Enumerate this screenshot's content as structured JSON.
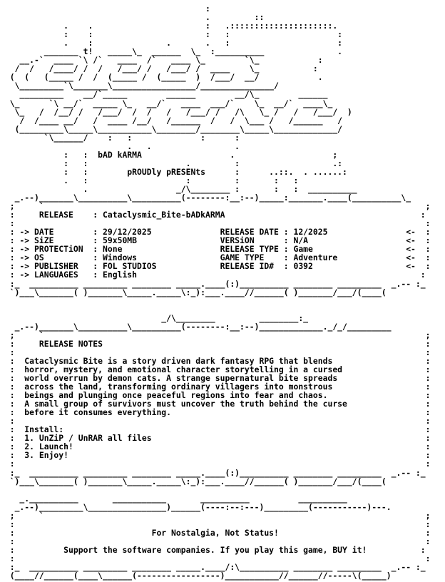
{
  "nfo": {
    "lines": [
      "                                          :",
      "                                          .         :: ",
      "             .    .                       :   .:::::::::::::::::::::.",
      "             :    :                       :   :                      :",
      "             .    :               .       .   :                      :",
      "         _______ t!   _____\\_  ______  \\_  :__________               .",
      "    __.-`  ____ `\\ /`   ____  /`   ____ \\_        `\\_            :",
      "   /  /   /____/ /  /   /___/ /   /___/ /  ____    \\_           :",
      "  (  (   (_____ /  /  (_____ /  (_____  )  /___/  __/            .",
      "   \\_________`\\_______\\_________________/_______________/",
      "    _________    __/`_____        ______        __/\\_        ______",
      "  \\_      `\\ __/`  _____ \\_   __/`   ____  ___/`    \\_  __/`  ____\\_",
      "   \\_   /  /__/ /   /___/  /  /   /   /___/ /   /\\   \\_ /   /   /___/  )",
      "    /  /____ __/   /  ____ /__/   /______  /   /  \\___ /   /______   /",
      "   (_________\\_____\\___________\\________/________\\_____\\_____________/",
      "         `\\______/    :   :              :      :",
      "                          .   .                 .",
      "             :   :  bAD kARMA                  .                    ;",
      "             :   :                    .         :                   .:",
      "             :   :        pROUDly pRESENts      :      ..::.  . ......:",
      "             .   :                    :         :       :   :",
      "                 .                  _/\\________ :       :   :  __________",
      "   _.--)_______\\__________\\__________(--------:__:--)_____:_______.____(__________\\_",
      "  ;     `                                                                              ;",
      "  :     RELEASE    : Cataclysmic_Bite-bADkARMA                                        :",
      "  :                                                                                    :",
      "  : -> DATE        : 29/12/2025              RELEASE DATE : 12/2025                <-  :",
      "  : -> SiZE        : 59x50MB                 VERSiON      : N/A                    <-  :",
      "  : -> PROTECTiON  : None                    RELEASE TYPE : Game                   <-  :",
      "  : -> OS          : Windows                 GAME TYPE    : Adventure              <-  :",
      "  : -> PUBLISHER   : FOL STUDIOS             RELEASE ID#  : 0392                   <-  :",
      "  : -> LANGUAGES   : English                                                          :",
      "  :_  __________ _________ ________ _____.____(:)__________ ________ _________  _.-- :_",
      "  `)___\\_______( )_______\\_____._____\\:_):___.____//______( )_______/___/(____(",
      "",
      "",
      "                                 _/\\________         ________:_",
      "   _.--)_______\\__________\\__________(--------:__:--)_____________._/_/_________",
      "  ;     `                                                                              ;",
      "  :     RELEASE NOTES                                                                  :",
      "  :                                                                                    :",
      "  :  Cataclysmic Bite is a story driven dark fantasy RPG that blends                   :",
      "  :  horror, mystery, and emotional character storytelling in a cursed                 :",
      "  :  world overrun by demon cats. A strange supernatural bite spreads                  :",
      "  :  across the land, transforming ordinary villagers into monstrous                   :",
      "  :  beings and plunging once peaceful regions into fear and chaos.                    :",
      "  :  A small group of survivors must uncover the truth behind the curse                :",
      "  :  before it consumes everything.                                                    :",
      "  :                                                                                    :",
      "  :  Install:                                                                          :",
      "  :  1. UnZiP / UnRAR all files                                                        :",
      "  :  2. Launch!                                                                        :",
      "  :  3. Enjoy!                                                                         :",
      "  :                                                                                    :",
      "  :_  __________ _________ ________ _____.____(:)__________ ________ _________  _.-- :_",
      "  `)___\\_______( )_______\\_____._____\\:_):___.____//______( )_______/___/(____(",
      "",
      "    _.__________       ___________       __________          __________",
      "   _.--)_________\\________________)______(----:--:---)_________(-----------)---.",
      "  ;     `                                                                              ;",
      "  :                                                                                    :",
      "  :                            For Nostalgia, Not Status!                              :",
      "  :                                                                                    :",
      "  :          Support the software companies. If you play this game, BUY it!           :",
      "  :                                                                                    :",
      "  :_  __________ _________ ________ _____.____/:\\__________ ________ _________  _.-- :_",
      "  (____//______(____\\______(-----------------)___________//______//-----\\(_____)"
    ]
  }
}
